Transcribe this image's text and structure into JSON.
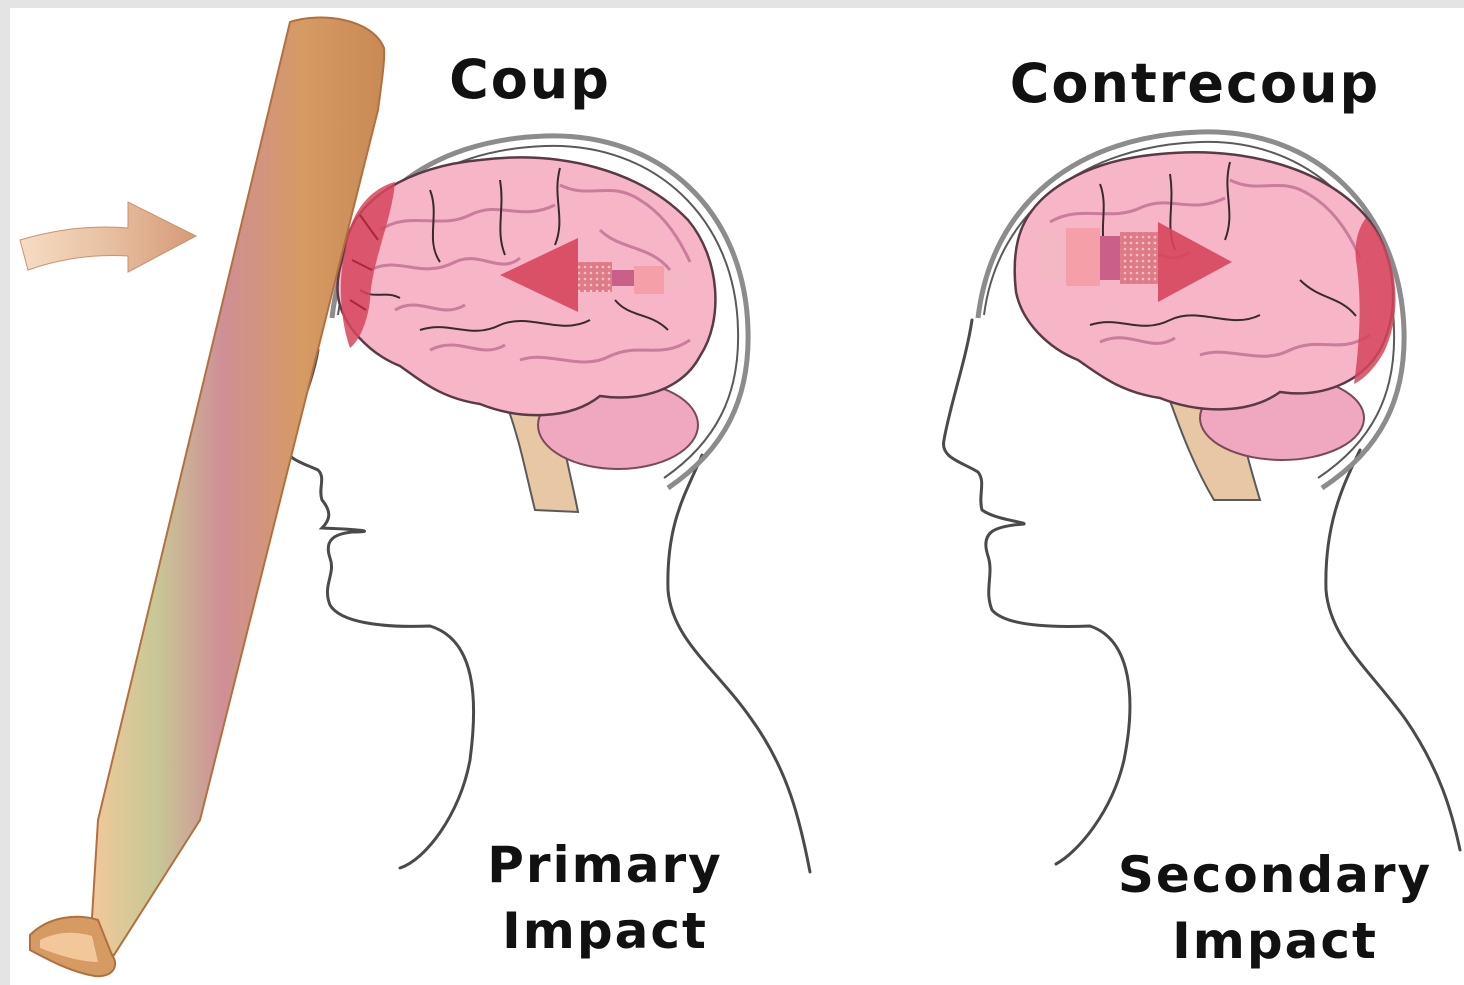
{
  "panels": [
    {
      "id": "coup",
      "title": "Coup",
      "caption_line1": "Primary",
      "caption_line2": "Impact"
    },
    {
      "id": "contrecoup",
      "title": "Contrecoup",
      "caption_line1": "Secondary",
      "caption_line2": "Impact"
    }
  ],
  "colors": {
    "background": "#ffffff",
    "frame_grey": "#e4e4e4",
    "outline": "#4a4a4a",
    "skull": "#8c8c8c",
    "brain_fill": "#f6b6c8",
    "brain_fold": "#c97c9c",
    "bruise": "#d6455c",
    "arrow_light": "#f5a0a8",
    "arrow_mid": "#d46a8c",
    "arrow_dark": "#e0667a",
    "bat_tan": "#d69a63",
    "bat_pink": "#cf8f96",
    "bat_green": "#c8c896",
    "bat_light": "#f2c89a",
    "motion_arrow": "#d4a080",
    "text": "#111111"
  },
  "icons": [
    "baseball-bat-icon",
    "motion-arrow-icon",
    "head-profile-icon",
    "brain-icon",
    "impact-arrow-icon"
  ]
}
